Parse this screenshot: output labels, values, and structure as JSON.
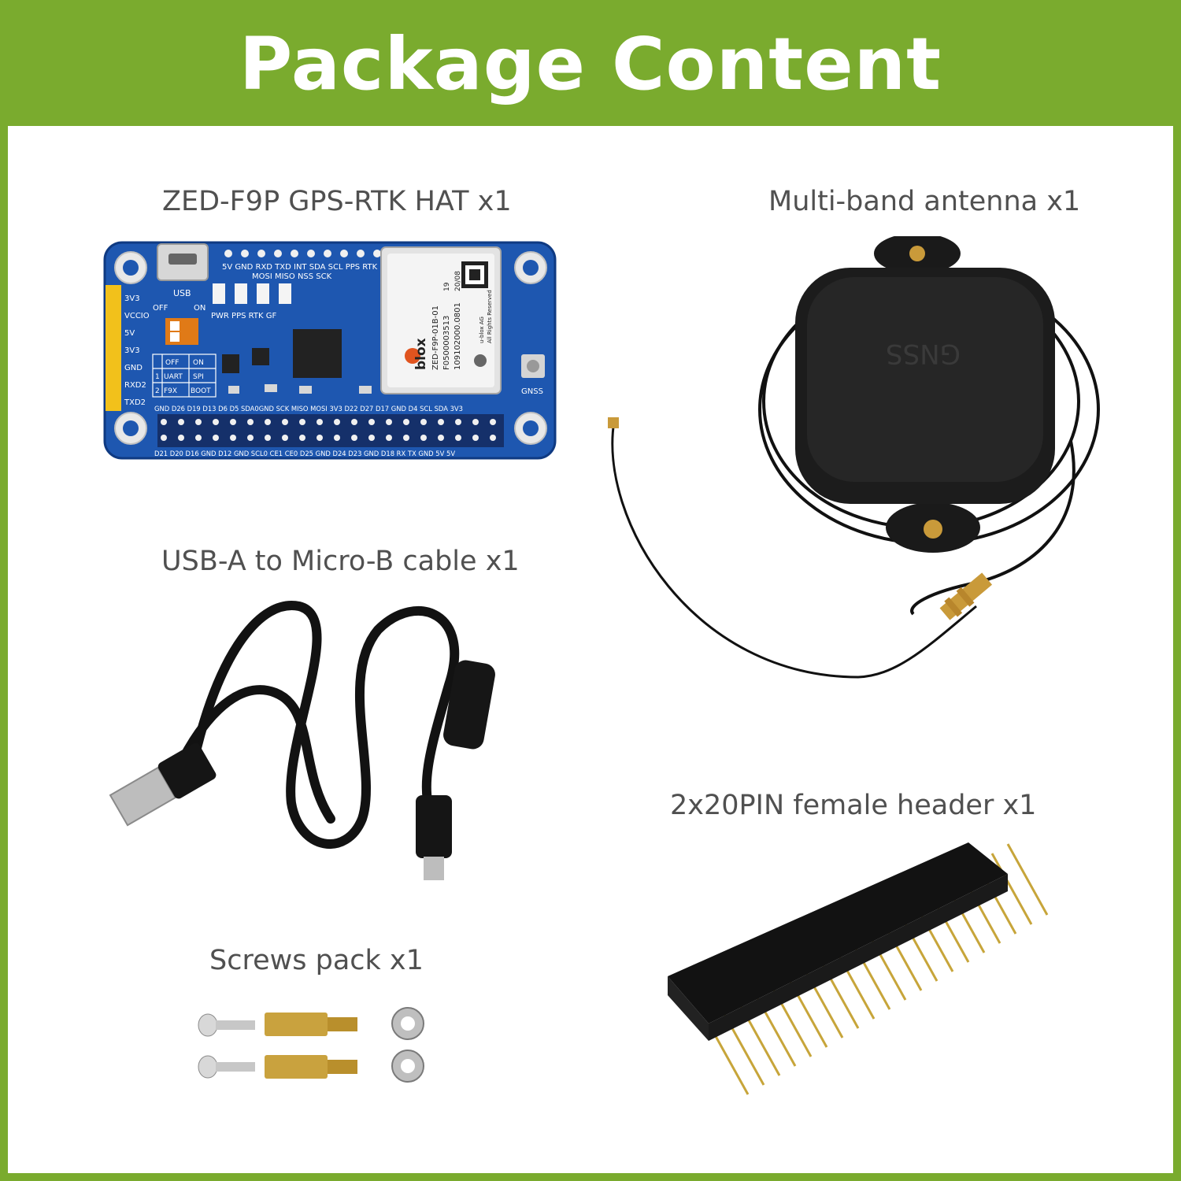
{
  "header": {
    "title": "Package Content"
  },
  "items": [
    {
      "caption": "ZED-F9P GPS-RTK HAT x1",
      "icon": "gps-rtk-hat-board"
    },
    {
      "caption": "Multi-band antenna x1",
      "icon": "gnss-antenna"
    },
    {
      "caption": "USB-A to Micro-B cable x1",
      "icon": "usb-cable"
    },
    {
      "caption": "Screws pack x1",
      "icon": "screws"
    },
    {
      "caption": "2x20PIN female header x1",
      "icon": "pin-header"
    }
  ],
  "board": {
    "usb_label": "USB",
    "top_pins": "5V GND RXD TXD INT SDA SCL PPS RTK",
    "top_pins_2": "MOSI MISO  NSS SCK",
    "left_pins": [
      "3V3",
      "VCCIO",
      "5V",
      "3V3",
      "GND",
      "RXD2",
      "TXD2"
    ],
    "switch_off": "OFF",
    "switch_on": "ON",
    "leds": "PWR PPS RTK  GF",
    "table": [
      [
        "",
        "OFF",
        "ON"
      ],
      [
        "1",
        "UART",
        "SPI"
      ],
      [
        "2",
        "F9X",
        "BOOT"
      ]
    ],
    "bottom_pins_1": "GND D26 D19 D13 D6 D5 SDA0GND SCK MISO MOSI 3V3 D22 D27 D17 GND D4 SCL SDA 3V3",
    "bottom_pins_2": "D21 D20 D16 GND D12 GND SCL0 CE1 CE0 D25 GND D24 D23 GND D18 RX TX GND 5V 5V",
    "module_brand": "blox",
    "module_lines": [
      "ZED-F9P-01B-01",
      "F0500003513",
      "109102000.0801"
    ],
    "module_side": [
      "19",
      "20/08"
    ],
    "module_small": [
      "u-blox AG",
      "All Rights Reserved"
    ],
    "gnss_label": "GNSS"
  },
  "antenna": {
    "label": "GNSS"
  },
  "colors": {
    "frame": "#7aab2e",
    "board": "#1e57b0",
    "text": "#505050"
  }
}
